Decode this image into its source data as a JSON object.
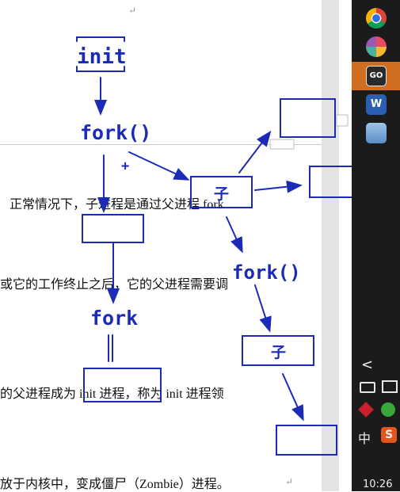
{
  "document": {
    "lines": [
      "正常情况下，子进程是通过父进程 fork",
      "或它的工作终止之后，它的父进程需要调",
      "的父进程成为 init 进程，称为 init 进程领",
      "放于内核中，变成僵尸（Zombie）进程。"
    ],
    "return_mark": "↵"
  },
  "annotations": {
    "init_label": "init",
    "fork_call_top": "fork()",
    "plus_sign": "+",
    "child_glyph_1": "子",
    "fork_call_right": "fork()",
    "fork_left": "fork",
    "child_glyph_2": "子"
  },
  "taskbar": {
    "icons": [
      "chrome-icon",
      "photos-icon",
      "go-app-icon",
      "word-icon",
      "notes-icon"
    ],
    "go_label": "GO",
    "word_label": "W",
    "chevron": "<",
    "ime_label": "中",
    "sogou_label": "S",
    "clock": "10:26"
  },
  "colors": {
    "ink": "#1c2bb7",
    "taskbar": "#1b1b1b",
    "active": "#d06d1f"
  }
}
